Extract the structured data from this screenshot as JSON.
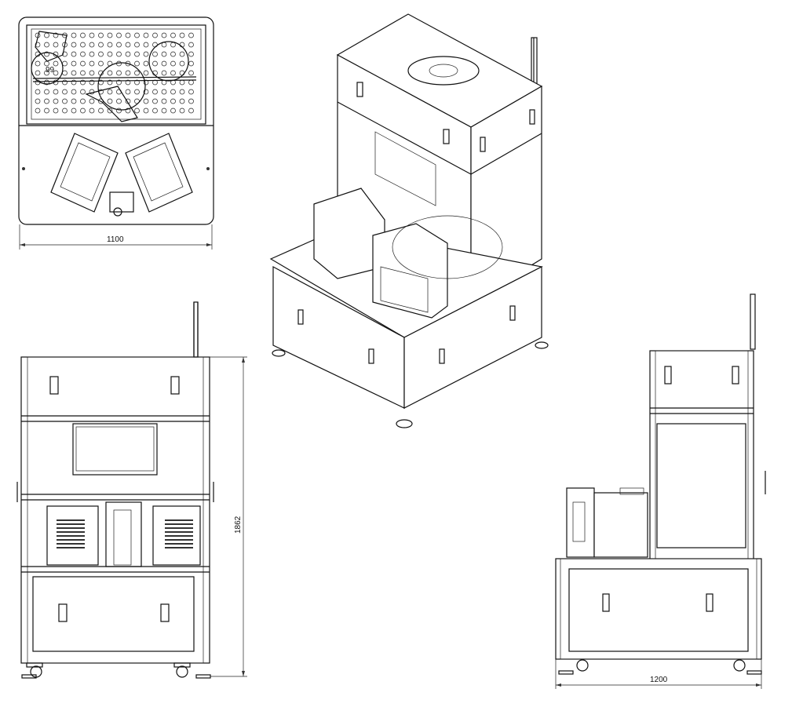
{
  "drawing": {
    "views": [
      {
        "name": "top-view",
        "dimension_label": "1100",
        "callout_label": "99"
      },
      {
        "name": "front-view",
        "dimension_label": "1862"
      },
      {
        "name": "isometric-view"
      },
      {
        "name": "side-view",
        "dimension_label": "1200"
      }
    ]
  }
}
